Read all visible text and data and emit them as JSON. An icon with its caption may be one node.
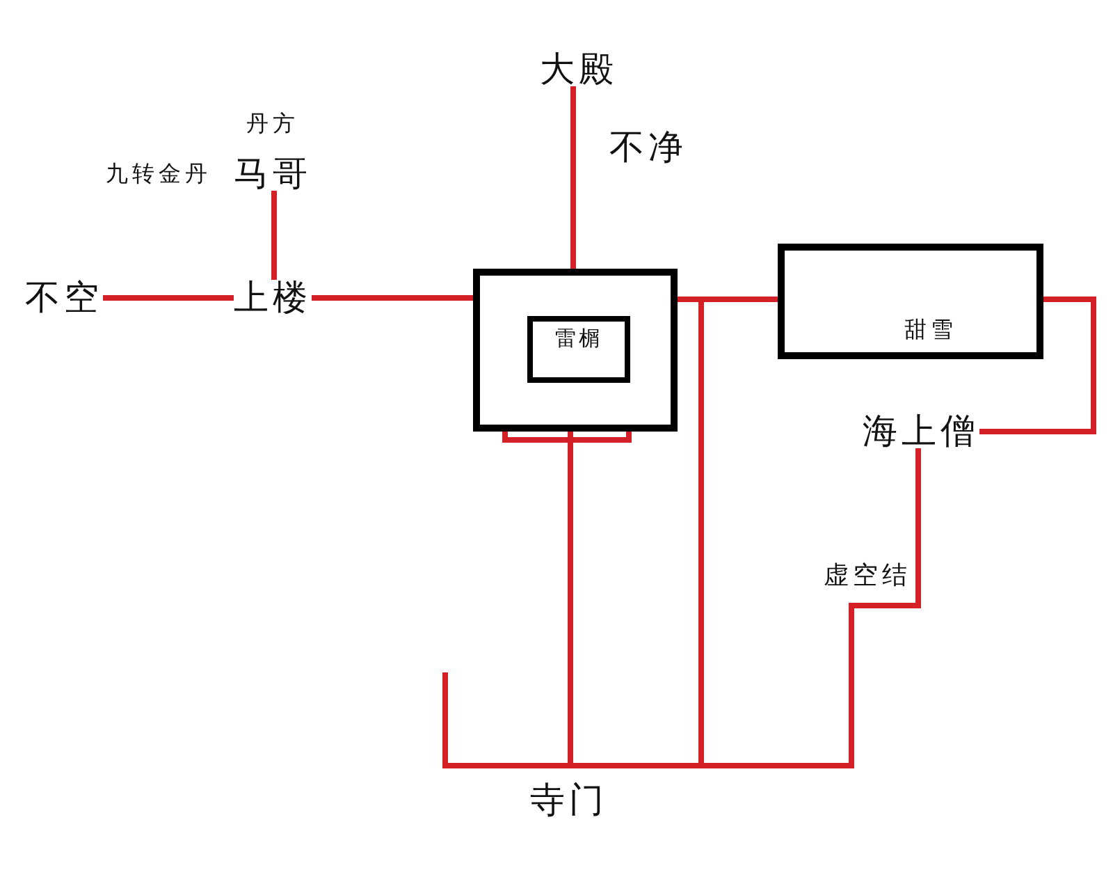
{
  "diagram": {
    "nodes": [
      {
        "text": [
          "大殿"
        ]
      },
      {
        "text": [
          "马哥"
        ],
        "beside": [
          "丹方",
          "九转金丹"
        ]
      },
      {
        "text": [
          "不空"
        ]
      },
      {
        "text": [
          "上楼"
        ]
      },
      {
        "text": [],
        "shape": "box"
      },
      {
        "text": [
          "雷榍"
        ],
        "in": 4
      },
      {
        "text": [
          "甜雪"
        ]
      },
      {
        "text": [
          "海上僧"
        ]
      },
      {
        "text": [
          "寺门"
        ]
      }
    ],
    "edges": [
      {
        "from": 0,
        "to": 4,
        "arrow": "none"
      },
      {
        "from": 1,
        "to": 3,
        "arrow": "none"
      },
      {
        "from": 2,
        "to": 3,
        "arrow": "none"
      },
      {
        "from": 3,
        "to": 4,
        "arrow": "none"
      },
      {
        "from": 4,
        "to": 6,
        "arrow": "none"
      },
      {
        "from": 6,
        "to": 7,
        "arrow": "none"
      },
      {
        "from": 4,
        "to": 8,
        "arrow": "none"
      },
      {
        "from": 4,
        "to": 8,
        "arrow": "none"
      },
      {
        "from": 6,
        "to": 8,
        "arrow": "none"
      },
      {
        "from": 7,
        "to": 8,
        "arrow": "none"
      },
      {
        "from": null,
        "to": 8,
        "arrow": "none"
      }
    ],
    "labels": [
      "不净",
      "虚空结"
    ]
  }
}
